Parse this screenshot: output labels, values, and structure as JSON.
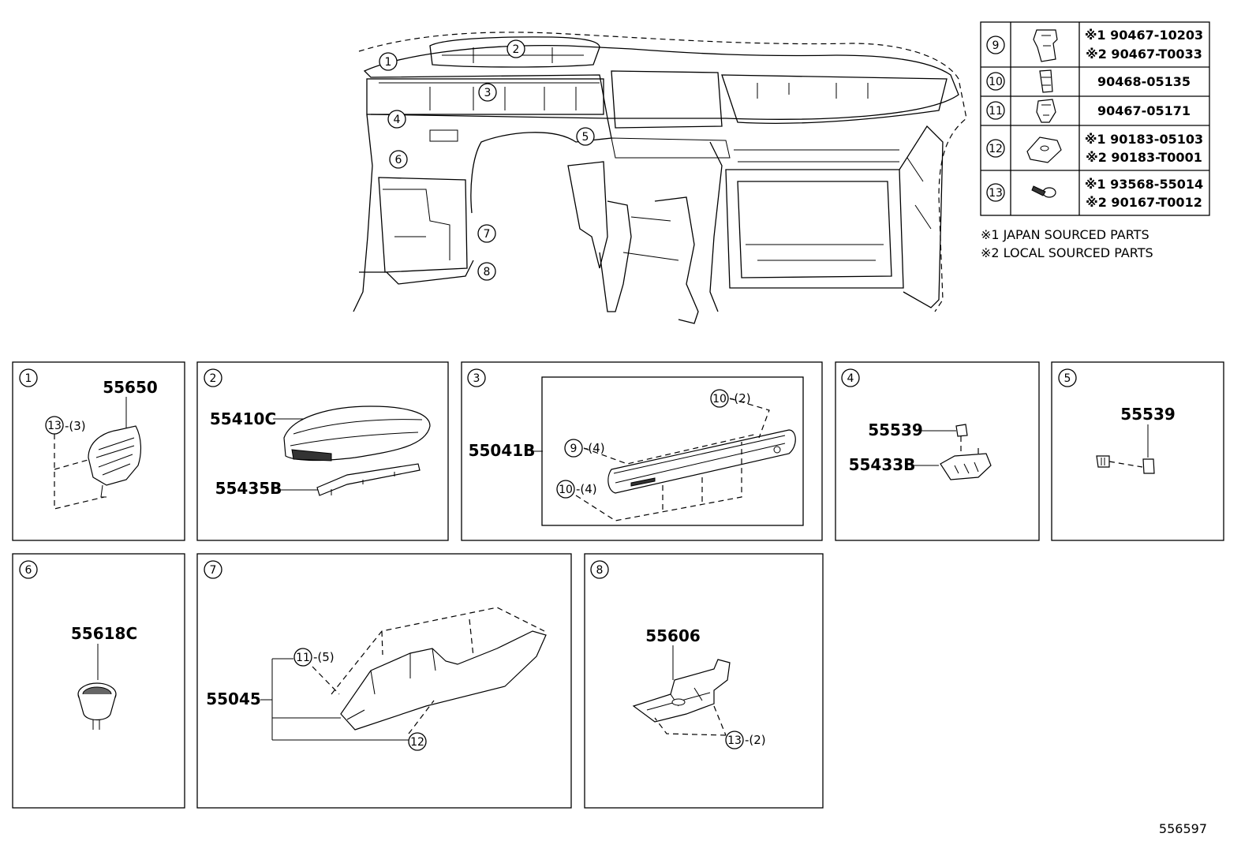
{
  "overview": {
    "callouts": [
      "1",
      "2",
      "3",
      "4",
      "5",
      "6",
      "7",
      "8"
    ]
  },
  "fastener_table": {
    "rows": [
      {
        "ref": "9",
        "icon": "clip-icon",
        "parts": [
          "※1 90467-10203",
          "※2 90467-T0033"
        ]
      },
      {
        "ref": "10",
        "icon": "clip-icon",
        "parts": [
          "90468-05135"
        ]
      },
      {
        "ref": "11",
        "icon": "clip-icon",
        "parts": [
          "90467-05171"
        ]
      },
      {
        "ref": "12",
        "icon": "speed-nut-icon",
        "parts": [
          "※1 90183-05103",
          "※2 90183-T0001"
        ]
      },
      {
        "ref": "13",
        "icon": "screw-icon",
        "parts": [
          "※1 93568-55014",
          "※2 90167-T0012"
        ]
      }
    ],
    "notes": [
      "※1 JAPAN SOURCED PARTS",
      "※2 LOCAL SOURCED PARTS"
    ]
  },
  "panels": {
    "p1": {
      "index": "1",
      "part": "55650",
      "fastener": "13",
      "fastener_qty": "-(3)"
    },
    "p2": {
      "index": "2",
      "parts": [
        "55410C",
        "55435B"
      ]
    },
    "p3": {
      "index": "3",
      "part": "55041B",
      "fasteners": [
        {
          "ref": "10",
          "qty": "-(2)"
        },
        {
          "ref": "9",
          "qty": "-(4)"
        },
        {
          "ref": "10",
          "qty": "-(4)"
        }
      ]
    },
    "p4": {
      "index": "4",
      "parts": [
        "55539",
        "55433B"
      ]
    },
    "p5": {
      "index": "5",
      "part": "55539"
    },
    "p6": {
      "index": "6",
      "part": "55618C"
    },
    "p7": {
      "index": "7",
      "part": "55045",
      "fasteners": [
        {
          "ref": "11",
          "qty": "-(5)"
        },
        {
          "ref": "12",
          "qty": ""
        }
      ]
    },
    "p8": {
      "index": "8",
      "part": "55606",
      "fastener": "13",
      "fastener_qty": "-(2)"
    }
  },
  "diagram_id": "556597"
}
